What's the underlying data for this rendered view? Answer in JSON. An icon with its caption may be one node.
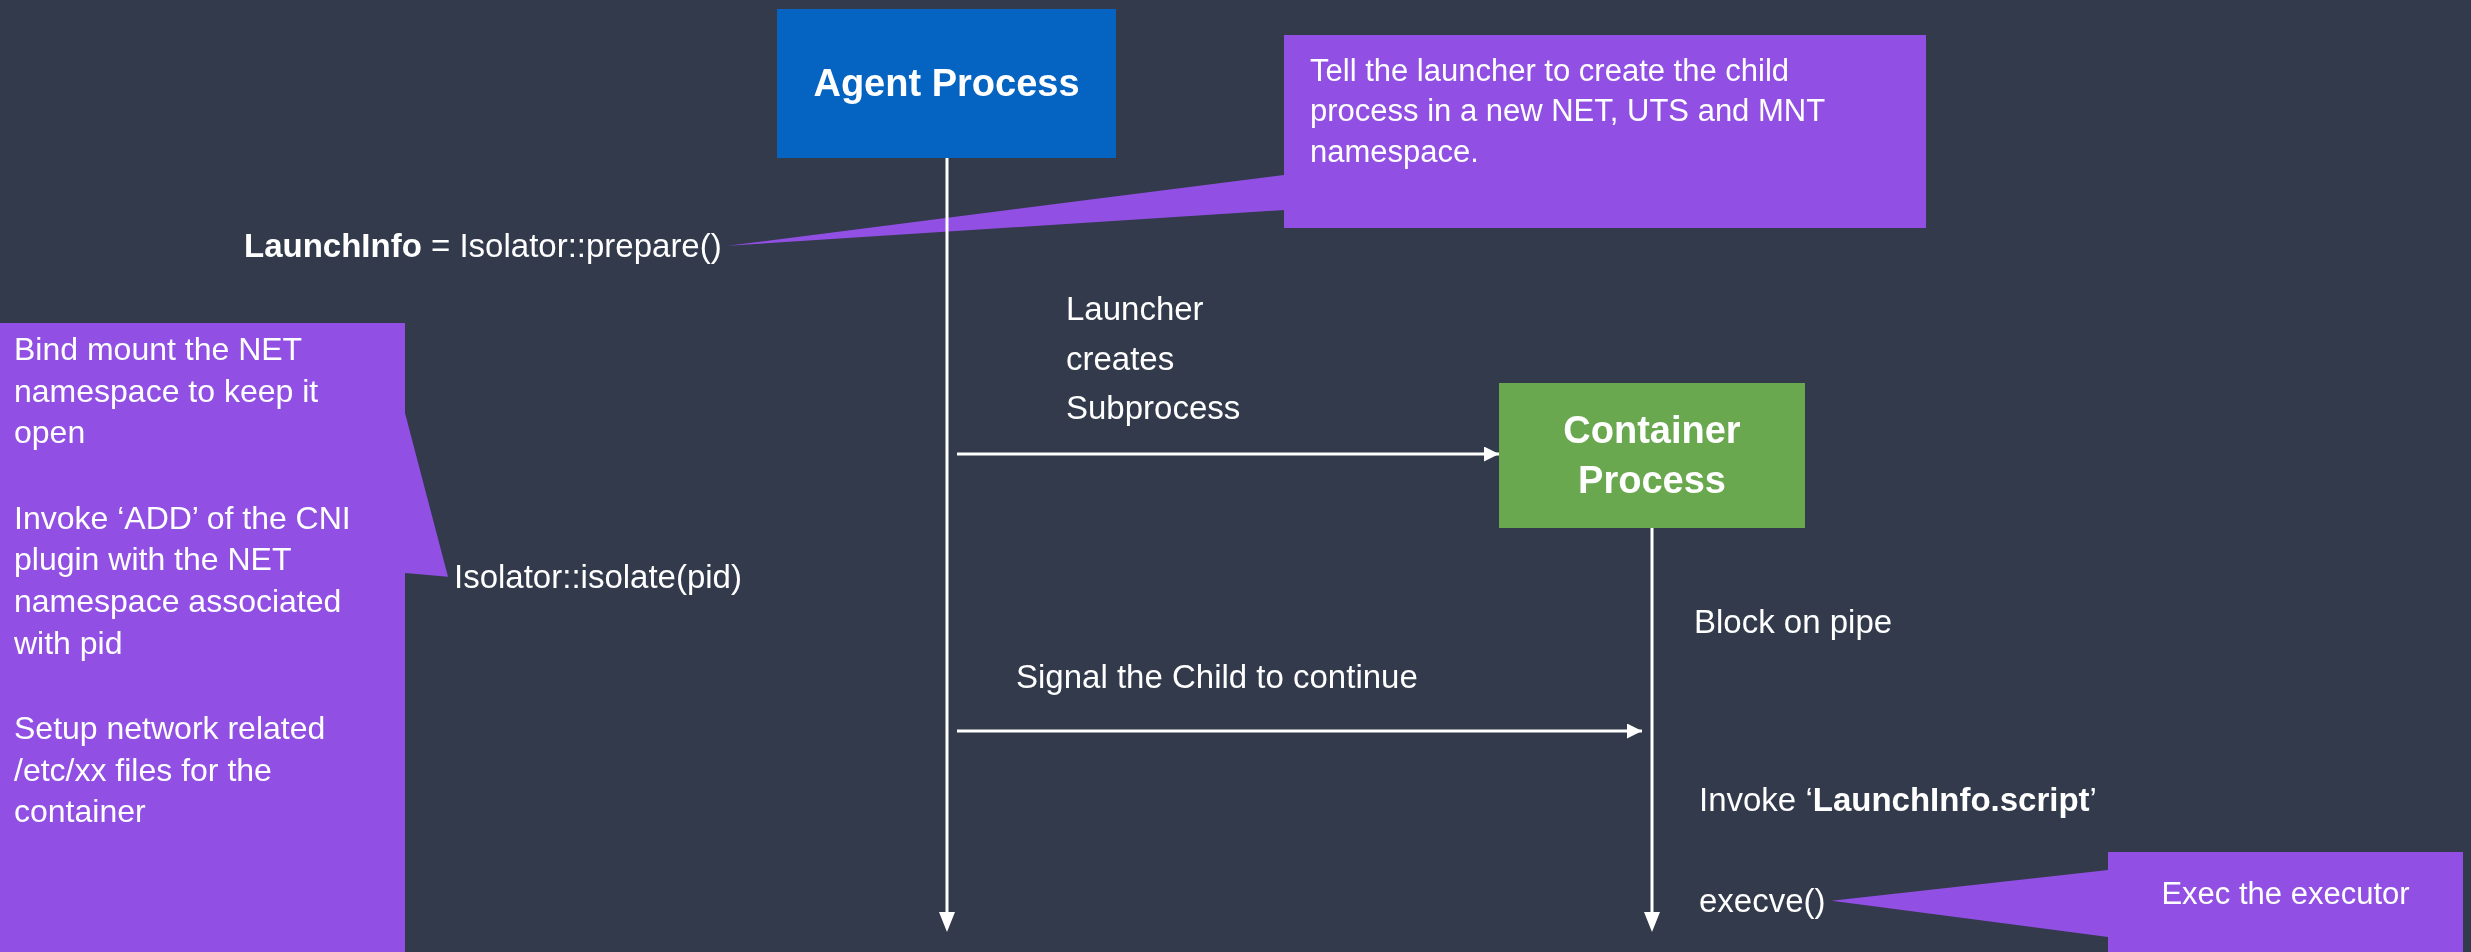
{
  "diagram": {
    "nodes": [
      {
        "text": [
          "Agent Process"
        ]
      },
      {
        "text": [
          "Tell the launcher to create the child process in a new NET, UTS and MNT namespace."
        ]
      },
      {
        "text": [
          "**LaunchInfo** = Isolator::prepare()"
        ]
      },
      {
        "text": [],
        "shape": "bar"
      },
      {
        "text": [
          "Bind mount the NET namespace to keep it open",
          "Invoke ‘ADD’ of the CNI plugin with the NET namespace associated with pid",
          "Setup network related /etc/xx files for the container"
        ]
      },
      {
        "text": [
          "Container Process"
        ]
      },
      {
        "text": [
          "Isolator::isolate(pid)"
        ]
      },
      {
        "text": [],
        "shape": "bar"
      },
      {
        "text": [
          "execve()"
        ]
      },
      {
        "text": [
          "Exec the executor"
        ]
      }
    ],
    "edges": [
      {
        "from": 3,
        "to": 5,
        "arrow": "to",
        "label": "Launcher creates Subprocess"
      },
      {
        "from": 3,
        "to": 7,
        "arrow": "to",
        "label": "Signal the Child to continue"
      },
      {
        "from": 1,
        "to": 2,
        "arrow": "none"
      },
      {
        "from": 4,
        "to": 6,
        "arrow": "none"
      },
      {
        "from": 9,
        "to": 8,
        "arrow": "none"
      }
    ],
    "labels": [
      "Block on pipe",
      "Invoke ‘**LaunchInfo.script**’"
    ]
  }
}
